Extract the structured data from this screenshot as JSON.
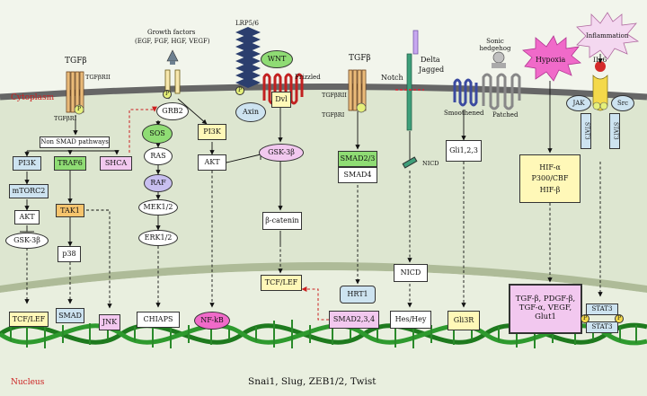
{
  "regions": {
    "cytoplasm": "Cytoplasm",
    "nucleus": "Nucleus",
    "transcription_factors": "Snai1, Slug, ZEB1/2, Twist"
  },
  "colors": {
    "background": "#f2f5ec",
    "cytoplasm": "#dde6d0",
    "membrane": "#666666",
    "nucleus_band": "#bcc9a6",
    "dna": "#1e7a1e",
    "arrow_red": "#cc1f1f",
    "green_box": "#8fdc74",
    "yellow_box": "#fff8b8",
    "pink_box": "#f2c8ef",
    "blue_box": "#cde3f0",
    "orange_box": "#f6c46d"
  },
  "tgfb_left": {
    "ligand": "TGFβ",
    "receptor2": "TGFβRII",
    "receptor1": "TGFβRI",
    "phospho": "P",
    "non_smad": "Non SMAD pathways",
    "pi3k": "PI3K",
    "traf6": "TRAF6",
    "shca": "SHCA",
    "mtorc2": "mTORC2",
    "akt": "AKT",
    "gsk3b": "GSK-3β",
    "tcf_lef": "TCF/LEF",
    "tak1": "TAK1",
    "p38": "p38",
    "smad": "SMAD",
    "jnk": "JNK"
  },
  "growth_factors": {
    "title": "Growth factors",
    "examples": "(EGF, FGF, HGF, VEGF)",
    "grb2": "GRB2",
    "sos": "SOS",
    "ras": "RAS",
    "raf": "RAF",
    "mek": "MEK1/2",
    "erk": "ERK1/2",
    "chiaps": "CHIAPS",
    "pi3k": "PI3K",
    "akt": "AKT",
    "nfkb": "NF-kB",
    "phospho": "P"
  },
  "wnt": {
    "lrp": "LRP5/6",
    "wnt": "WNT",
    "frizzled": "Frizzled",
    "axin": "Axin",
    "dvl": "Dvl",
    "gsk3b": "GSK-3β",
    "beta_catenin": "β-catenin",
    "tcf_lef": "TCF/LEF",
    "phospho": "P"
  },
  "tgfb_right": {
    "ligand": "TGFβ",
    "receptor2": "TGFβRII",
    "receptor1": "TGFβRI",
    "smad23": "SMAD2/3",
    "smad4": "SMAD4",
    "hrt1": "HRT1",
    "smad234": "SMAD2,3,4"
  },
  "notch": {
    "notch": "Notch",
    "delta": "Delta",
    "jagged": "Jagged",
    "nicd": "NICD",
    "nicd_nuc": "NICD",
    "hes": "Hes/Hey"
  },
  "hedgehog": {
    "title": "Sonic hedgehog",
    "smoothened": "Smoothened",
    "patched": "Patched",
    "gli": "Gli1,2,3",
    "gli3r": "Gli3R"
  },
  "hypoxia": {
    "title": "Hypoxia",
    "hif_a": "HIF-α",
    "p300": "P300/CBF",
    "hif_b": "HIF-β",
    "targets": "TGF-β, PDGF-β, TGF-α, VEGF, Glut1"
  },
  "inflammation": {
    "title": "Inflammation",
    "il6": "IL-6",
    "jak": "JAK",
    "src": "Src",
    "stat3": "STAT3",
    "phospho": "P"
  }
}
